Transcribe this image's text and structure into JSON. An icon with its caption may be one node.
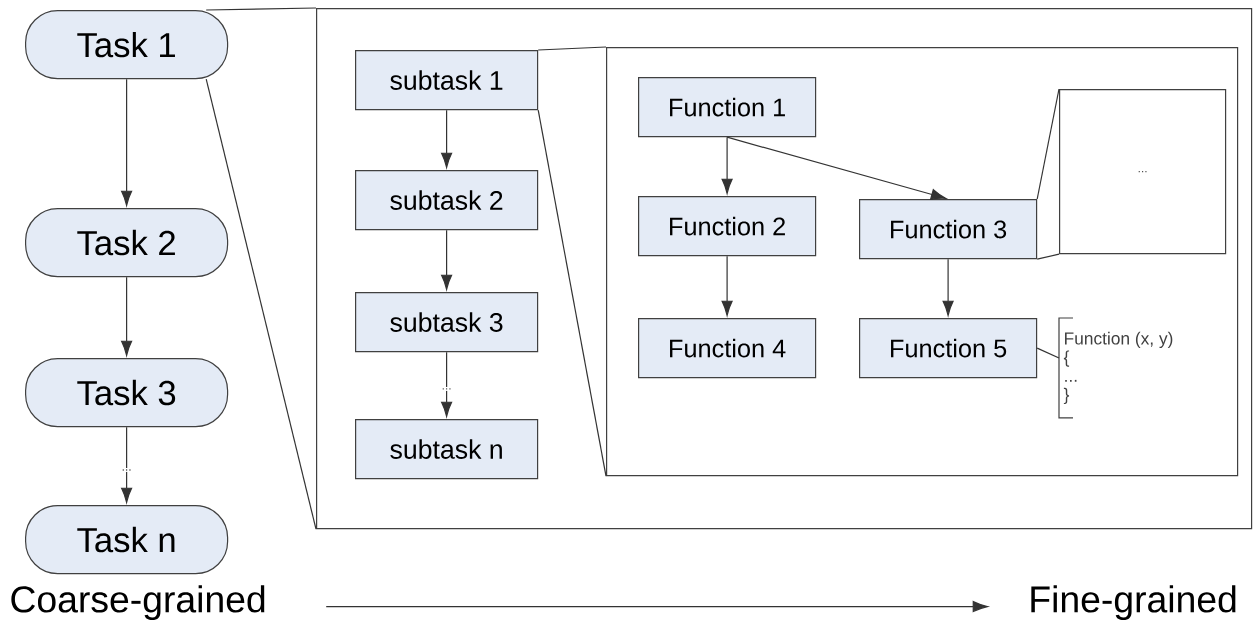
{
  "diagram": {
    "nodes": [
      {
        "text": [
          "Task 1"
        ]
      },
      {
        "text": [
          "Task 2"
        ]
      },
      {
        "text": [
          "Task 3"
        ]
      },
      {
        "text": [
          "Task n"
        ]
      },
      {
        "text": [],
        "shape": "box"
      },
      {
        "text": [
          "subtask 1"
        ],
        "in": 4
      },
      {
        "text": [
          "subtask 2"
        ],
        "in": 4
      },
      {
        "text": [
          "subtask 3"
        ],
        "in": 4
      },
      {
        "text": [
          "subtask n"
        ],
        "in": 4
      },
      {
        "text": [],
        "shape": "box",
        "in": 4
      },
      {
        "text": [
          "Function 1"
        ],
        "in": 9
      },
      {
        "text": [
          "Function 2"
        ],
        "in": 9
      },
      {
        "text": [
          "Function 3"
        ],
        "in": 9
      },
      {
        "text": [
          "Function 4"
        ],
        "in": 9
      },
      {
        "text": [
          "Function 5"
        ],
        "in": 9
      },
      {
        "text": [
          "..."
        ],
        "in": 9
      },
      {
        "text": [
          "Function (x, y)",
          "{",
          "...",
          "}"
        ],
        "in": 9
      },
      {
        "text": [
          "Coarse-grained"
        ]
      },
      {
        "text": [
          "Fine-grained"
        ]
      }
    ],
    "edges": [
      {
        "from": 0,
        "to": 1,
        "arrow": "to"
      },
      {
        "from": 1,
        "to": 2,
        "arrow": "to"
      },
      {
        "from": 2,
        "to": 3,
        "arrow": "to",
        "label": "..."
      },
      {
        "from": 0,
        "to": 4,
        "arrow": "none"
      },
      {
        "from": 0,
        "to": 4,
        "arrow": "none"
      },
      {
        "from": 5,
        "to": 6,
        "arrow": "to"
      },
      {
        "from": 6,
        "to": 7,
        "arrow": "to"
      },
      {
        "from": 7,
        "to": 8,
        "arrow": "to",
        "label": "..."
      },
      {
        "from": 5,
        "to": 9,
        "arrow": "none"
      },
      {
        "from": 5,
        "to": 9,
        "arrow": "none"
      },
      {
        "from": 10,
        "to": 11,
        "arrow": "to"
      },
      {
        "from": 10,
        "to": 12,
        "arrow": "to"
      },
      {
        "from": 11,
        "to": 13,
        "arrow": "to"
      },
      {
        "from": 12,
        "to": 14,
        "arrow": "to"
      },
      {
        "from": 12,
        "to": 15,
        "arrow": "none"
      },
      {
        "from": 12,
        "to": 15,
        "arrow": "none"
      },
      {
        "from": 14,
        "to": 16,
        "arrow": "none"
      },
      {
        "from": 17,
        "to": 18,
        "arrow": "to"
      }
    ]
  }
}
